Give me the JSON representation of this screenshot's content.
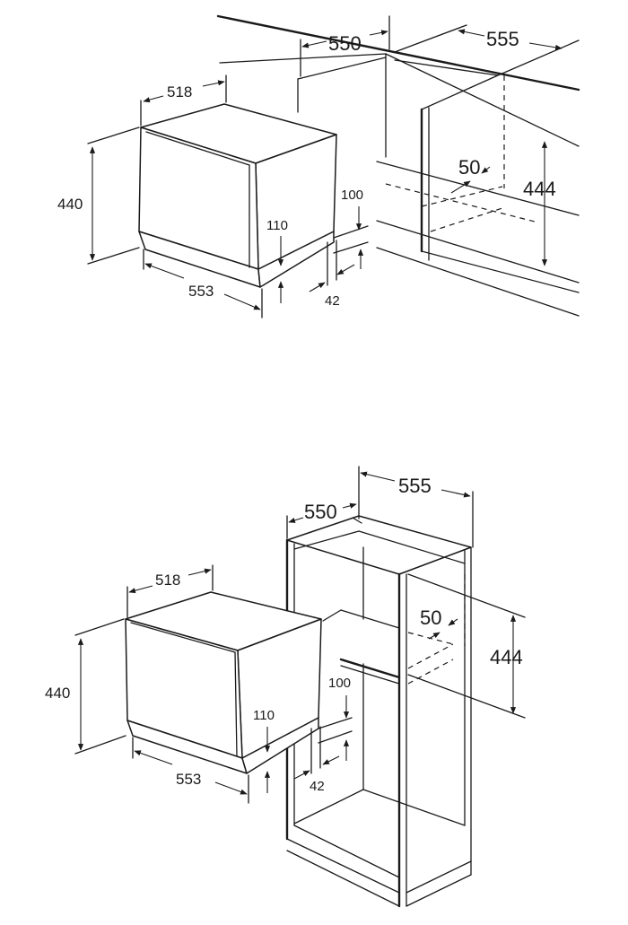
{
  "figures": [
    {
      "id": "top",
      "labels": {
        "cabinet_height": "444",
        "cabinet_width": "555",
        "cabinet_depth": "550",
        "back_gap": "50",
        "appliance_width": "518",
        "appliance_height": "440",
        "appliance_depth": "553",
        "plinth_height": "110",
        "shelf_clearance": "100",
        "plinth_depth": "42"
      }
    },
    {
      "id": "bottom",
      "labels": {
        "cabinet_height": "444",
        "cabinet_width": "555",
        "cabinet_depth": "550",
        "back_gap": "50",
        "appliance_width": "518",
        "appliance_height": "440",
        "appliance_depth": "553",
        "plinth_height": "110",
        "shelf_clearance": "100",
        "plinth_depth": "42"
      }
    }
  ]
}
